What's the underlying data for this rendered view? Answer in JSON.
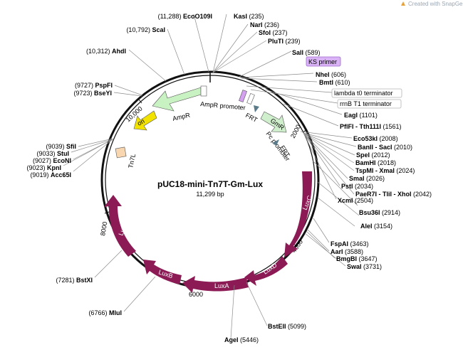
{
  "plasmid": {
    "name": "pUC18-mini-Tn7T-Gm-Lux",
    "length": "11,299 bp"
  },
  "branding": {
    "text": "Created with SnapGene®",
    "icon": "snapgene-logo-icon"
  },
  "ticks": [
    "2000",
    "4000",
    "6000",
    "8000",
    "10,000"
  ],
  "sites_right": [
    {
      "name": "KasI",
      "pos": "(235)"
    },
    {
      "name": "NarI",
      "pos": "(236)"
    },
    {
      "name": "SfoI",
      "pos": "(237)"
    },
    {
      "name": "PluTI",
      "pos": "(239)"
    },
    {
      "name": "SalI",
      "pos": "(589)"
    },
    {
      "name": "NheI",
      "pos": "(606)"
    },
    {
      "name": "BmtI",
      "pos": "(610)"
    },
    {
      "name": "EagI",
      "pos": "(1101)"
    },
    {
      "name": "PflFI - Tth111I",
      "pos": "(1561)"
    },
    {
      "name": "Eco53kI",
      "pos": "(2008)"
    },
    {
      "name": "BanII - SacI",
      "pos": "(2010)"
    },
    {
      "name": "SpeI",
      "pos": "(2012)"
    },
    {
      "name": "BamHI",
      "pos": "(2018)"
    },
    {
      "name": "TspMI - XmaI",
      "pos": "(2024)"
    },
    {
      "name": "SmaI",
      "pos": "(2026)"
    },
    {
      "name": "PstI",
      "pos": "(2034)"
    },
    {
      "name": "PaeR7I - TliI - XhoI",
      "pos": "(2042)"
    },
    {
      "name": "XcmI",
      "pos": "(2504)"
    },
    {
      "name": "Bsu36I",
      "pos": "(2914)"
    },
    {
      "name": "AleI",
      "pos": "(3154)"
    },
    {
      "name": "FspAI",
      "pos": "(3463)"
    },
    {
      "name": "AarI",
      "pos": "(3588)"
    },
    {
      "name": "BmgBI",
      "pos": "(3647)"
    },
    {
      "name": "SwaI",
      "pos": "(3731)"
    },
    {
      "name": "BstEII",
      "pos": "(5099)"
    },
    {
      "name": "AgeI",
      "pos": "(5446)"
    }
  ],
  "sites_left": [
    {
      "name": "EcoO109I",
      "pos": "(11,288)"
    },
    {
      "name": "ScaI",
      "pos": "(10,792)"
    },
    {
      "name": "AhdI",
      "pos": "(10,312)"
    },
    {
      "name": "PspFI",
      "pos": "(9727)"
    },
    {
      "name": "BseYI",
      "pos": "(9723)"
    },
    {
      "name": "SfiI",
      "pos": "(9039)"
    },
    {
      "name": "StuI",
      "pos": "(9033)"
    },
    {
      "name": "EcoNI",
      "pos": "(9027)"
    },
    {
      "name": "KpnI",
      "pos": "(9023)"
    },
    {
      "name": "Acc65I",
      "pos": "(9019)"
    },
    {
      "name": "BstXI",
      "pos": "(7281)"
    },
    {
      "name": "MluI",
      "pos": "(6766)"
    }
  ],
  "boxed_labels": {
    "ks_primer": "KS primer",
    "lambda_t0": "lambda t0 terminator",
    "rrnb_t1": "rrnB T1 terminator"
  },
  "features": {
    "ampr": "AmpR",
    "ampr_promoter": "AmpR promoter",
    "ori": "ori",
    "tn7l": "Tn7L",
    "frt1": "FRT",
    "frt2": "FRT",
    "gmr": "GmR",
    "pc_promoter": "Pc promoter",
    "luxc": "LuxC",
    "luxd": "LuxD",
    "luxa": "LuxA",
    "luxb": "LuxB",
    "luxe": "LuxE"
  },
  "colors": {
    "lux": "#8b1a55",
    "ampr": "#c9f2c2",
    "gmr": "#cfeecb",
    "ori": "#f2e200",
    "tn7l": "#f8d7b0",
    "ks": "#d4a0f0",
    "frt_arrow": "#5b7b8a"
  }
}
